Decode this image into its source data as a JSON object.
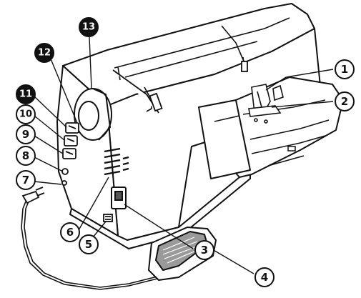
{
  "figure": {
    "description_type": "sewing-machine-rear-view-line-drawing"
  },
  "callouts": [
    {
      "id": "c1",
      "label": "1",
      "style": "outline"
    },
    {
      "id": "c2",
      "label": "2",
      "style": "outline"
    },
    {
      "id": "c3",
      "label": "3",
      "style": "outline"
    },
    {
      "id": "c4",
      "label": "4",
      "style": "outline"
    },
    {
      "id": "c5",
      "label": "5",
      "style": "outline"
    },
    {
      "id": "c6",
      "label": "6",
      "style": "outline"
    },
    {
      "id": "c7",
      "label": "7",
      "style": "outline"
    },
    {
      "id": "c8",
      "label": "8",
      "style": "outline"
    },
    {
      "id": "c9",
      "label": "9",
      "style": "outline"
    },
    {
      "id": "c10",
      "label": "10",
      "style": "outline"
    },
    {
      "id": "c11",
      "label": "11",
      "style": "filled"
    },
    {
      "id": "c12",
      "label": "12",
      "style": "filled"
    },
    {
      "id": "c13",
      "label": "13",
      "style": "filled"
    }
  ],
  "colors": {
    "line": "#111111",
    "shade": "#555555",
    "paper": "#ffffff"
  }
}
